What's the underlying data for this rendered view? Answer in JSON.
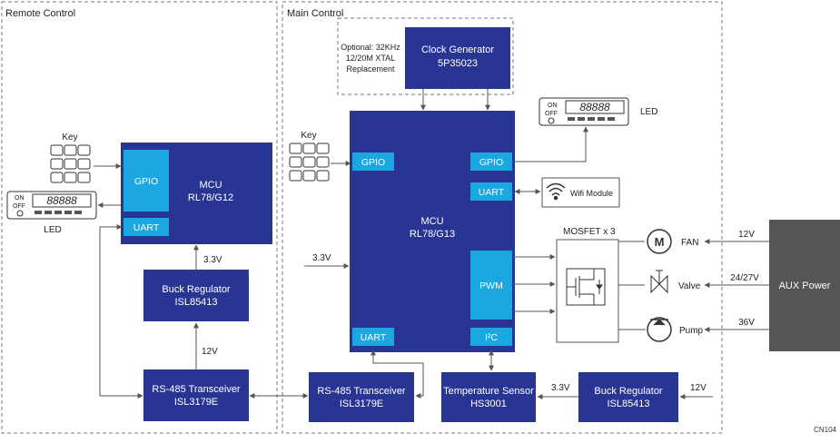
{
  "zones": {
    "remote_label": "Remote Control",
    "main_label": "Main Control"
  },
  "clock": {
    "title": "Clock Generator",
    "part": "5P35023",
    "optional_lines": [
      "Optional: 32KHz",
      "12/20M XTAL",
      "Replacement"
    ]
  },
  "remote": {
    "key_label": "Key",
    "led_label": "LED",
    "led_on": "ON",
    "led_off": "OFF",
    "mcu_title": "MCU",
    "mcu_part": "RL78/G12",
    "gpio": "GPIO",
    "uart": "UART",
    "buck_title": "Buck Regulator",
    "buck_part": "ISL85413",
    "v33": "3.3V",
    "v12": "12V",
    "rs485_title": "RS-485 Transceiver",
    "rs485_part": "ISL3179E"
  },
  "main": {
    "key_label": "Key",
    "led_label": "LED",
    "led_on": "ON",
    "led_off": "OFF",
    "mcu_title": "MCU",
    "mcu_part": "RL78/G13",
    "gpio_left": "GPIO",
    "gpio_right": "GPIO",
    "uart_right": "UART",
    "uart_bottom": "UART",
    "pwm": "PWM",
    "i2c": "I²C",
    "v33_in": "3.3V",
    "wifi": "Wifi Module",
    "mosfet": "MOSFET x 3",
    "fan": "FAN",
    "valve": "Valve",
    "pump": "Pump",
    "rs485_title": "RS-485 Transceiver",
    "rs485_part": "ISL3179E",
    "temp_title": "Temperature Sensor",
    "temp_part": "HS3001",
    "buck_title": "Buck Regulator",
    "buck_part": "ISL85413",
    "v33_temp": "3.3V",
    "v12_buck": "12V"
  },
  "aux": {
    "title": "AUX Power",
    "v_fan": "12V",
    "v_valve": "24/27V",
    "v_pump": "36V"
  },
  "code": "CN104",
  "colors": {
    "block": "#283593",
    "port": "#1ba7e0",
    "aux": "#555555"
  }
}
